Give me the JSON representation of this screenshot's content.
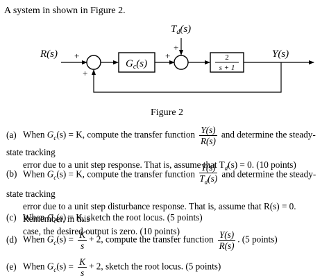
{
  "intro": "A system in shown in Figure 2.",
  "diagram": {
    "input": "R(s)",
    "output": "Y(s)",
    "disturbance": "T",
    "disturbance_sub": "d",
    "disturbance_arg": "(s)",
    "controller": "G",
    "controller_sub": "c",
    "controller_arg": "(s)",
    "plant_num": "2",
    "plant_den": "s + 1",
    "sum1_plus_top": "+",
    "sum1_plus_bottom": "+",
    "sum2_plus_left": "+",
    "sum2_plus_top": "+"
  },
  "caption": "Figure 2",
  "questions": {
    "a": {
      "label": "(a)",
      "pre": "When",
      "cond": "G",
      "cond_sub": "c",
      "cond_rest": "(s) = K, compute the transfer function",
      "num": "Y(s)",
      "den": "R(s)",
      "post": "and determine the steady-state tracking",
      "line2": "error due to a unit step response. That is, assume that T",
      "line2_sub": "d",
      "line2_rest": "(s) = 0. (10 points)"
    },
    "b": {
      "label": "(b)",
      "pre": "When",
      "cond": "G",
      "cond_sub": "c",
      "cond_rest": "(s) = K, compute the transfer function",
      "num": "Y(s)",
      "den": "T",
      "den_sub": "d",
      "den_rest": "(s)",
      "post": "and determine the steady-state tracking",
      "line2": "error due to a unit step disturbance response. That is, assume that R(s) = 0. Remember, in this",
      "line3": "case, the desired output is zero. (10 points)"
    },
    "c": {
      "label": "(c)",
      "pre": "When",
      "cond": "G",
      "cond_sub": "c",
      "cond_rest": "(s) = K, sketch the root locus. (5 points)"
    },
    "d": {
      "label": "(d)",
      "pre": "When",
      "cond": "G",
      "cond_sub": "c",
      "cond_eq": "(s) =",
      "k_num": "K",
      "k_den": "s",
      "mid": "+ 2, compute the transfer function",
      "num": "Y(s)",
      "den": "R(s)",
      "post": ". (5 points)"
    },
    "e": {
      "label": "(e)",
      "pre": "When",
      "cond": "G",
      "cond_sub": "c",
      "cond_eq": "(s) =",
      "k_num": "K",
      "k_den": "s",
      "mid": "+ 2, sketch the root locus. (5 points)"
    }
  }
}
